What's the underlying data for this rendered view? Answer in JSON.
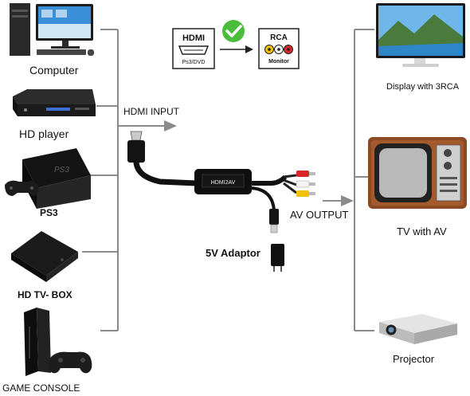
{
  "sources": {
    "computer": "Computer",
    "hd_player": "HD player",
    "ps3": "PS3",
    "tv_box": "HD TV- BOX",
    "game_console": "GAME CONSOLE"
  },
  "center": {
    "hdmi_input": "HDMI INPUT",
    "av_output": "AV OUTPUT",
    "adaptor": "5V Adaptor",
    "converter_label": "HDMI2AV",
    "hdmi_box_title": "HDMI",
    "hdmi_box_sub": "Ps3/DVD",
    "rca_box_title": "RCA",
    "rca_box_sub": "Monitor"
  },
  "outputs": {
    "display": "Display with 3RCA",
    "tv": "TV with AV",
    "projector": "Projector"
  },
  "colors": {
    "line": "#8a8a8a",
    "check": "#4cbc3c",
    "rca_yellow": "#f2c200",
    "rca_white": "#f4f4f4",
    "rca_red": "#d62828",
    "tv_wood": "#8b4a24"
  }
}
